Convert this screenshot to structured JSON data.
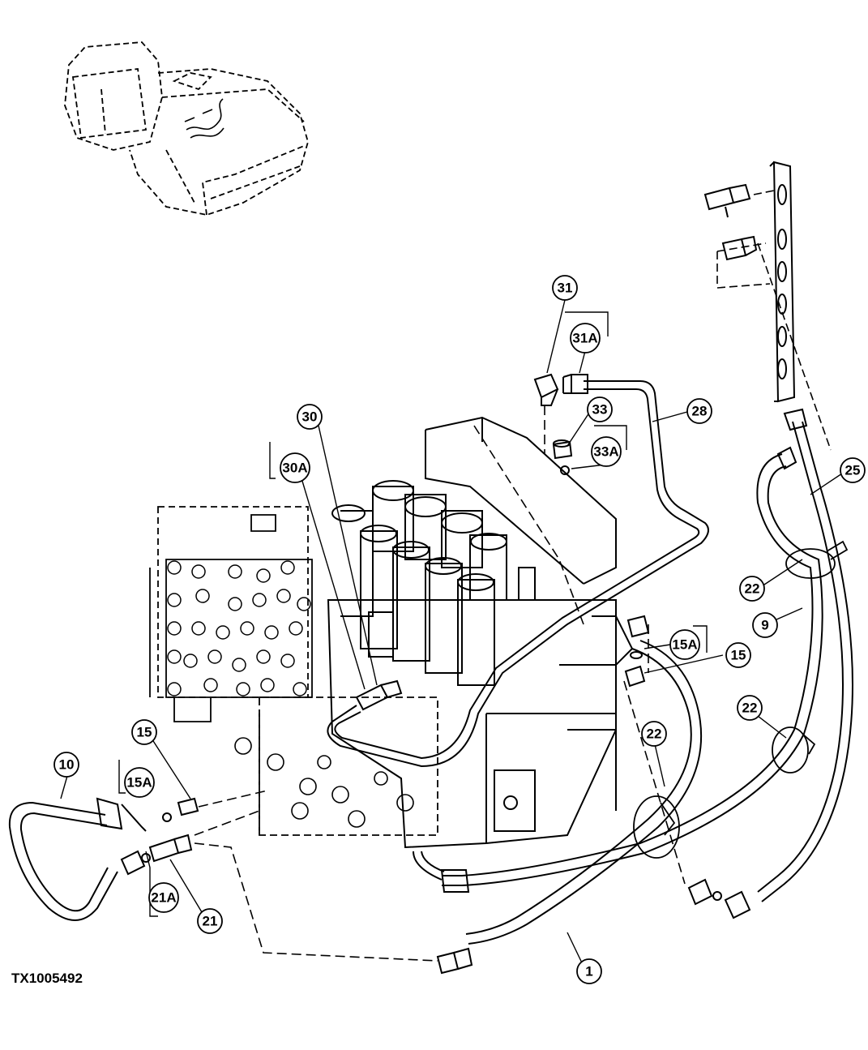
{
  "figure_id": "TX1005492",
  "callouts": [
    {
      "key": "c31",
      "label": "31"
    },
    {
      "key": "c31a",
      "label": "31A"
    },
    {
      "key": "c30",
      "label": "30"
    },
    {
      "key": "c30a",
      "label": "30A"
    },
    {
      "key": "c33",
      "label": "33"
    },
    {
      "key": "c33a",
      "label": "33A"
    },
    {
      "key": "c28",
      "label": "28"
    },
    {
      "key": "c25",
      "label": "25"
    },
    {
      "key": "c22a",
      "label": "22"
    },
    {
      "key": "c9",
      "label": "9"
    },
    {
      "key": "c15a_right",
      "label": "15A"
    },
    {
      "key": "c15_right",
      "label": "15"
    },
    {
      "key": "c22b",
      "label": "22"
    },
    {
      "key": "c22c",
      "label": "22"
    },
    {
      "key": "c15_left",
      "label": "15"
    },
    {
      "key": "c15a_left",
      "label": "15A"
    },
    {
      "key": "c10",
      "label": "10"
    },
    {
      "key": "c21a",
      "label": "21A"
    },
    {
      "key": "c21",
      "label": "21"
    },
    {
      "key": "c1",
      "label": "1"
    }
  ]
}
